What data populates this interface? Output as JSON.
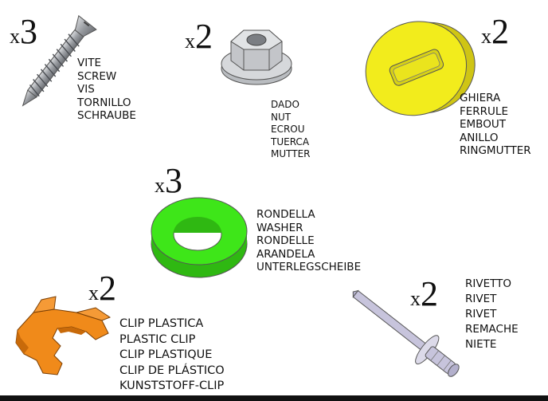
{
  "items": [
    {
      "quantity_prefix": "x",
      "quantity": "3",
      "names": [
        "VITE",
        "SCREW",
        "VIS",
        "TORNILLO",
        "SCHRAUBE"
      ]
    },
    {
      "quantity_prefix": "x",
      "quantity": "2",
      "names": [
        "DADO",
        "NUT",
        "ECROU",
        "TUERCA",
        "MUTTER"
      ]
    },
    {
      "quantity_prefix": "x",
      "quantity": "2",
      "names": [
        "GHIERA",
        "FERRULE",
        "EMBOUT",
        "ANILLO",
        "RINGMUTTER"
      ]
    },
    {
      "quantity_prefix": "x",
      "quantity": "3",
      "names": [
        "RONDELLA",
        "WASHER",
        "RONDELLE",
        "ARANDELA",
        "UNTERLEGSCHEIBE"
      ]
    },
    {
      "quantity_prefix": "x",
      "quantity": "2",
      "names": [
        "CLIP PLASTICA",
        "PLASTIC CLIP",
        "CLIP PLASTIQUE",
        "CLIP DE PLÁSTICO",
        "KUNSTSTOFF-CLIP"
      ]
    },
    {
      "quantity_prefix": "x",
      "quantity": "2",
      "names": [
        "RIVETTO",
        "RIVET",
        "RIVET",
        "REMACHE",
        "NIETE"
      ]
    }
  ],
  "colors": {
    "ferrule": "#f2ec1c",
    "washer": "#3ee619",
    "clip": "#f08a1a",
    "metal": "#a9acb0",
    "rivet": "#c7c4dc"
  },
  "icons": [
    "screw-icon",
    "nut-icon",
    "ferrule-icon",
    "washer-icon",
    "plastic-clip-icon",
    "rivet-icon"
  ]
}
